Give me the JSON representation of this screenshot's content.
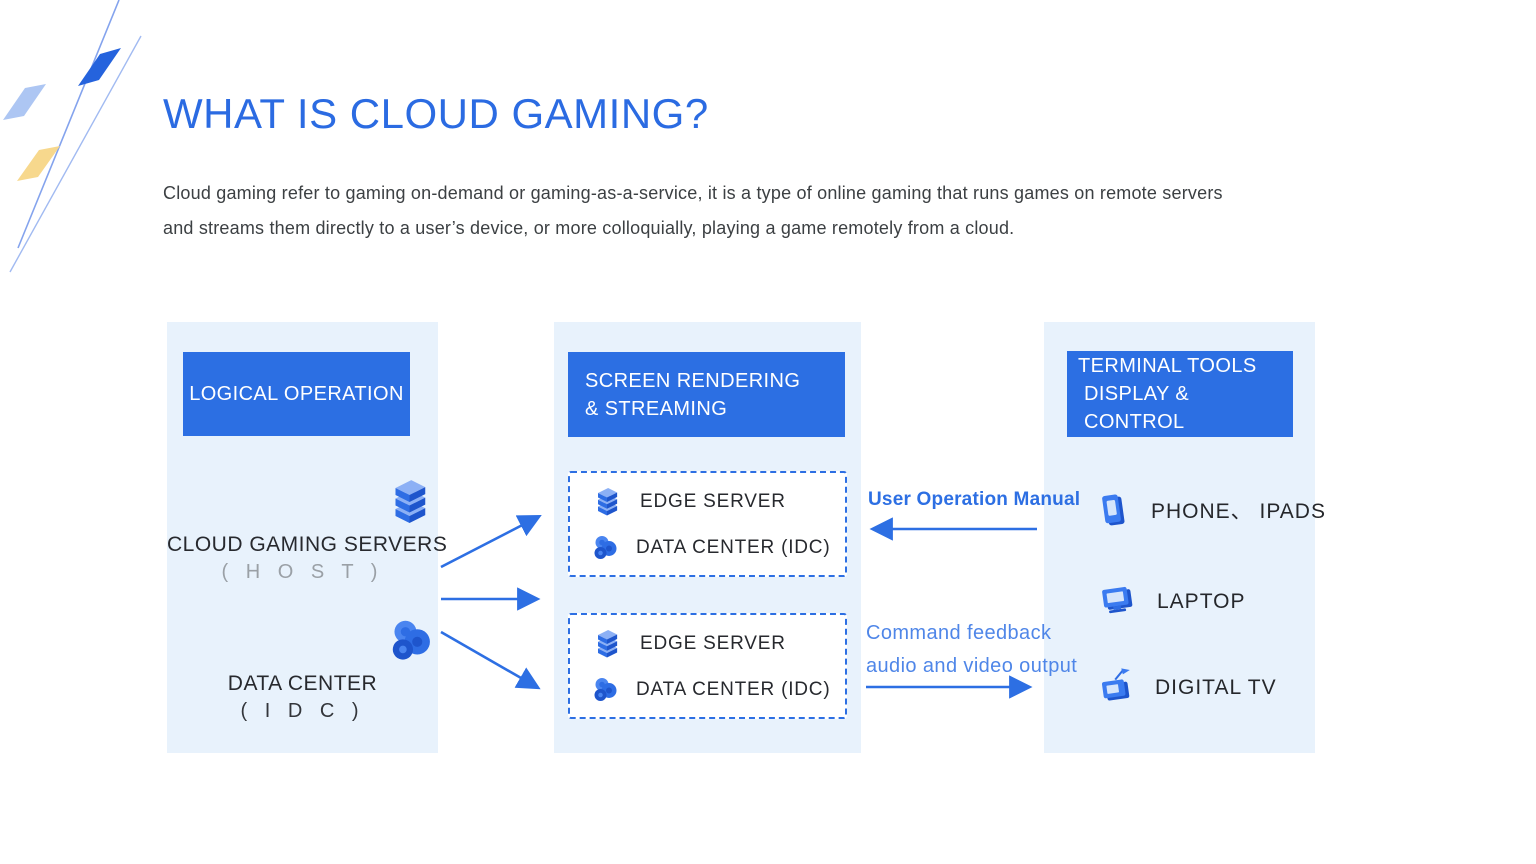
{
  "page": {
    "title": "WHAT IS CLOUD GAMING?",
    "description": [
      "Cloud gaming refer to gaming on-demand or gaming-as-a-service, it is a type of online gaming that runs games on remote servers",
      "and streams them directly to a user’s device, or more colloquially, playing a game remotely from a cloud."
    ]
  },
  "columns": {
    "logical": {
      "header": "LOGICAL OPERATION",
      "items": [
        {
          "icon": "server-stack-icon",
          "label": "CLOUD GAMING SERVERS",
          "sublabel": "( H O S T )"
        },
        {
          "icon": "data-center-icon",
          "label": "DATA CENTER",
          "sublabel": "( I D C )"
        }
      ]
    },
    "rendering": {
      "header_line1": "SCREEN RENDERING",
      "header_line2": "& STREAMING",
      "clusters": [
        {
          "rows": [
            {
              "icon": "server-stack-icon",
              "label": "EDGE SERVER"
            },
            {
              "icon": "data-center-icon",
              "label": "DATA CENTER (IDC)"
            }
          ]
        },
        {
          "rows": [
            {
              "icon": "server-stack-icon",
              "label": "EDGE SERVER"
            },
            {
              "icon": "data-center-icon",
              "label": "DATA CENTER (IDC)"
            }
          ]
        }
      ]
    },
    "terminal": {
      "header_line1": "TERMINAL TOOLS",
      "header_line2": "DISPLAY & CONTROL",
      "items": [
        {
          "icon": "phone-icon",
          "label": "PHONE、 IPADS"
        },
        {
          "icon": "laptop-icon",
          "label": "LAPTOP"
        },
        {
          "icon": "digital-tv-icon",
          "label": "DIGITAL TV"
        }
      ]
    }
  },
  "connectors": {
    "user_operation_label": "User Operation Manual",
    "command_feedback_label": "Command feedback",
    "audio_video_label": "audio and video output"
  },
  "colors": {
    "accent_blue": "#2c6fe3",
    "title_blue": "#2b6be2",
    "panel_bg": "#e8f2fc",
    "body_text": "#3c4043",
    "label_dark": "#27292e",
    "muted_gray": "#9aa0a6",
    "connector_light_blue": "#4f86e8",
    "decor_dark_blue": "#2563dd",
    "decor_light_blue": "#adc6f3",
    "decor_yellow": "#f7d88d"
  }
}
